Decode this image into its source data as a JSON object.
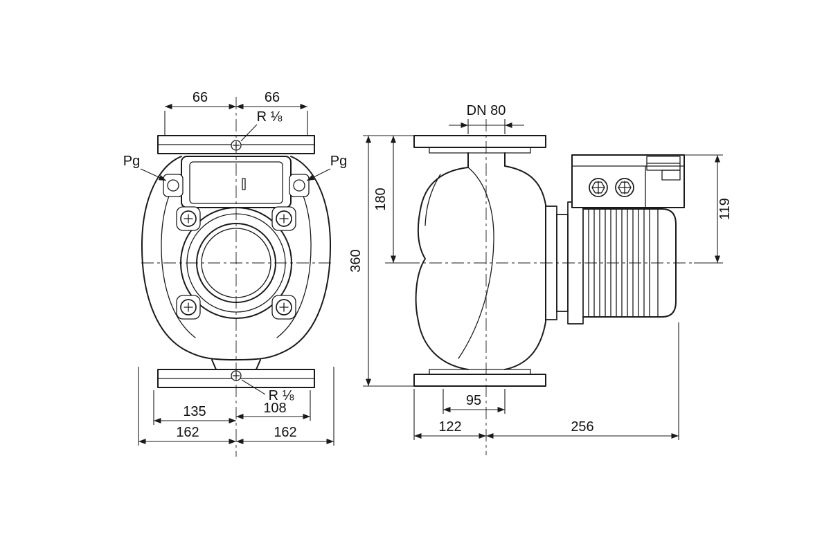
{
  "front": {
    "dim_66_left": "66",
    "dim_66_right": "66",
    "label_r_top": "R ⅛",
    "label_pg_left": "Pg",
    "label_pg_right": "Pg",
    "label_r_bottom": "R ⅛",
    "dim_135": "135",
    "dim_108": "108",
    "dim_162_left": "162",
    "dim_162_right": "162"
  },
  "side": {
    "dim_dn": "DN 80",
    "dim_180": "180",
    "dim_360": "360",
    "dim_119": "119",
    "dim_95": "95",
    "dim_122": "122",
    "dim_256": "256"
  },
  "colors": {
    "line": "#1a1a1a",
    "background": "#ffffff"
  }
}
